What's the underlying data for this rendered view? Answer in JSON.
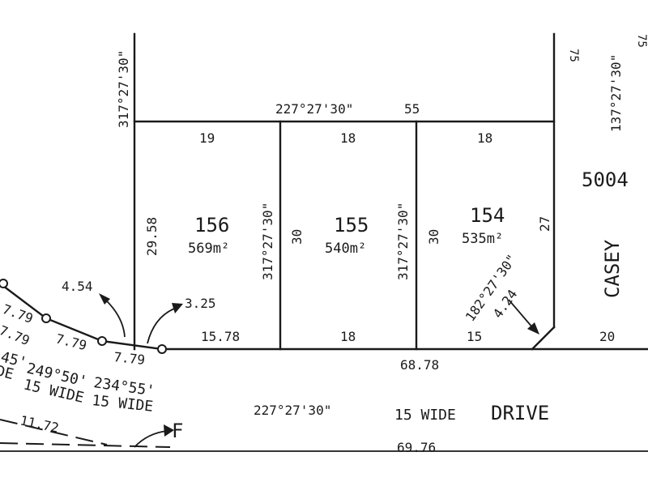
{
  "bearings": {
    "left_vertical": "317°27'30\"",
    "top_boundary": "227°27'30\"",
    "lot_155_156_divider": "317°27'30\"",
    "lot_154_155_divider": "317°27'30\"",
    "right_road": "137°27'30\"",
    "truncation": "182°27'30\"",
    "road_front": "227°27'30\""
  },
  "dimensions": {
    "top_total": "55",
    "top_lot_156": "19",
    "top_lot_155": "18",
    "top_lot_154": "18",
    "left_side": "29.58",
    "divider_155_156": "30",
    "divider_154_155": "30",
    "right_side_154": "27",
    "front_lot_156": "15.78",
    "front_lot_155": "18",
    "front_lot_154": "15",
    "truncation_length": "4.24",
    "front_total": "68.78",
    "road_opposite": "69.76",
    "road_right_frontage": "20",
    "callout_left": "4.54",
    "callout_right": "3.25",
    "curve_arc_1": "7.79",
    "curve_arc_2": "7.79",
    "curve_arc_3": "7.79",
    "curve_arc_4": "7.79",
    "lower_left_segment": "11.72"
  },
  "lots": [
    {
      "number": "156",
      "area": "569m²"
    },
    {
      "number": "155",
      "area": "540m²"
    },
    {
      "number": "154",
      "area": "535m²"
    }
  ],
  "parcel_right": "5004",
  "road_labels": {
    "casey": "CASEY",
    "drive": "DRIVE",
    "drive_width": "15 WIDE",
    "curve_bearing_a": "45'",
    "curve_bearing_b": "249°50'",
    "curve_bearing_c": "234°55'",
    "curve_width_a": "15 WIDE",
    "curve_width_b": "15 WIDE",
    "curve_fragment": "DE",
    "marker_f": "F",
    "edge_fragment_1": "75",
    "edge_fragment_2": "75"
  }
}
